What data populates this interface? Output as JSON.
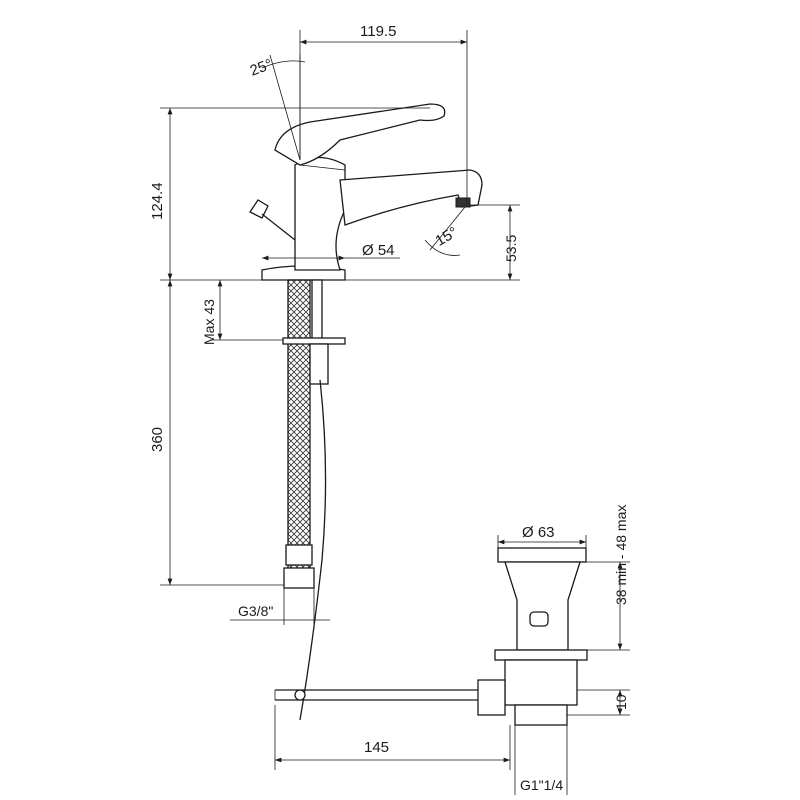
{
  "drawing": {
    "dimensions": {
      "spout_reach": "119.5",
      "handle_angle": "25°",
      "total_height": "124.4",
      "base_diameter": "Ø 54",
      "spout_angle": "15°",
      "spout_height": "53.5",
      "max_deck_thickness": "Max 43",
      "hose_length": "360",
      "hose_thread": "G3/8\"",
      "drain_diameter": "Ø 63",
      "drain_range": "38 min - 48 max",
      "drain_offset": "10",
      "rod_length": "145",
      "drain_thread": "G1\"1/4"
    }
  }
}
